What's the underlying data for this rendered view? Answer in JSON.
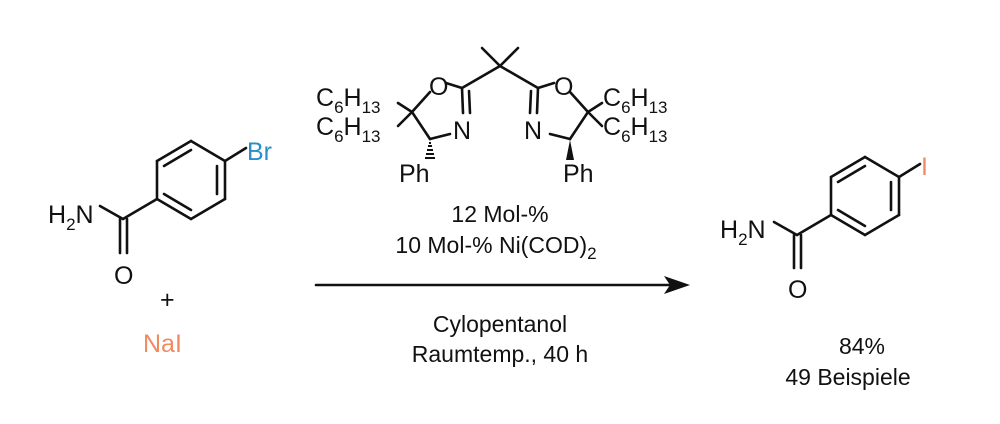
{
  "colors": {
    "ink": "#111111",
    "bromine": "#2a8fc8",
    "iodine": "#f08a60",
    "sodium_iodide": "#f08a60"
  },
  "reactant": {
    "amine_N": "N",
    "amine_H": "H",
    "amine_H_count": "2",
    "oxygen": "O",
    "halogen": "Br",
    "plus": "+",
    "reagent": "NaI"
  },
  "ligand": {
    "chain_C": "C",
    "chain_C_count": "6",
    "chain_H": "H",
    "chain_H_count": "13",
    "ring_O": "O",
    "ring_N": "N",
    "phenyl": "Ph"
  },
  "conditions": {
    "ligand_loading": "12 Mol-%",
    "catalyst_prefix": "10 Mol-% Ni(COD)",
    "catalyst_sub": "2",
    "solvent": "Cylopentanol",
    "temp_time": "Raumtemp., 40 h"
  },
  "product": {
    "amine_N": "N",
    "amine_H": "H",
    "amine_H_count": "2",
    "oxygen": "O",
    "halogen": "I",
    "yield": "84%",
    "examples": "49 Beispiele"
  }
}
